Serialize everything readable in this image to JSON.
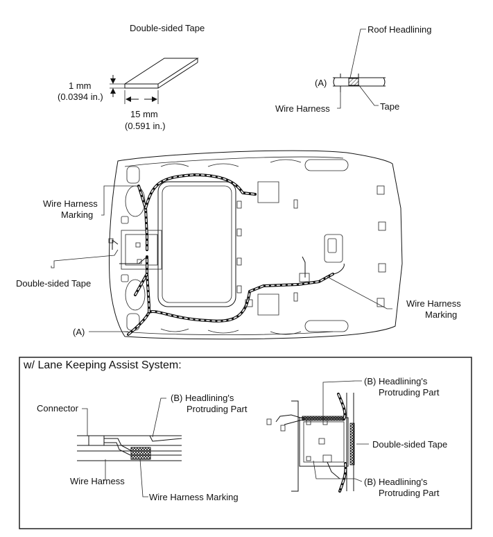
{
  "top_left": {
    "title": "Double-sided Tape",
    "thickness_mm": "1 mm",
    "thickness_in": "(0.0394 in.)",
    "width_mm": "15 mm",
    "width_in": "(0.591 in.)"
  },
  "top_right": {
    "roof_headlining": "Roof Headlining",
    "callout_a": "(A)",
    "tape": "Tape",
    "wire_harness": "Wire Harness"
  },
  "main": {
    "wire_harness_marking_left_1": "Wire Harness",
    "wire_harness_marking_left_2": "Marking",
    "double_sided_tape": "Double-sided Tape",
    "callout_a": "(A)",
    "wire_harness_marking_right_1": "Wire Harness",
    "wire_harness_marking_right_2": "Marking"
  },
  "inset": {
    "title": "w/ Lane Keeping Assist System:",
    "connector": "Connector",
    "protruding_1": "(B) Headlining's",
    "protruding_2": "Protruding Part",
    "wire_harness": "Wire Harness",
    "wire_harness_marking": "Wire Harness Marking",
    "r_protruding_top_1": "(B) Headlining's",
    "r_protruding_top_2": "Protruding Part",
    "r_double_sided_tape": "Double-sided Tape",
    "r_protruding_bottom_1": "(B) Headlining's",
    "r_protruding_bottom_2": "Protruding Part"
  }
}
